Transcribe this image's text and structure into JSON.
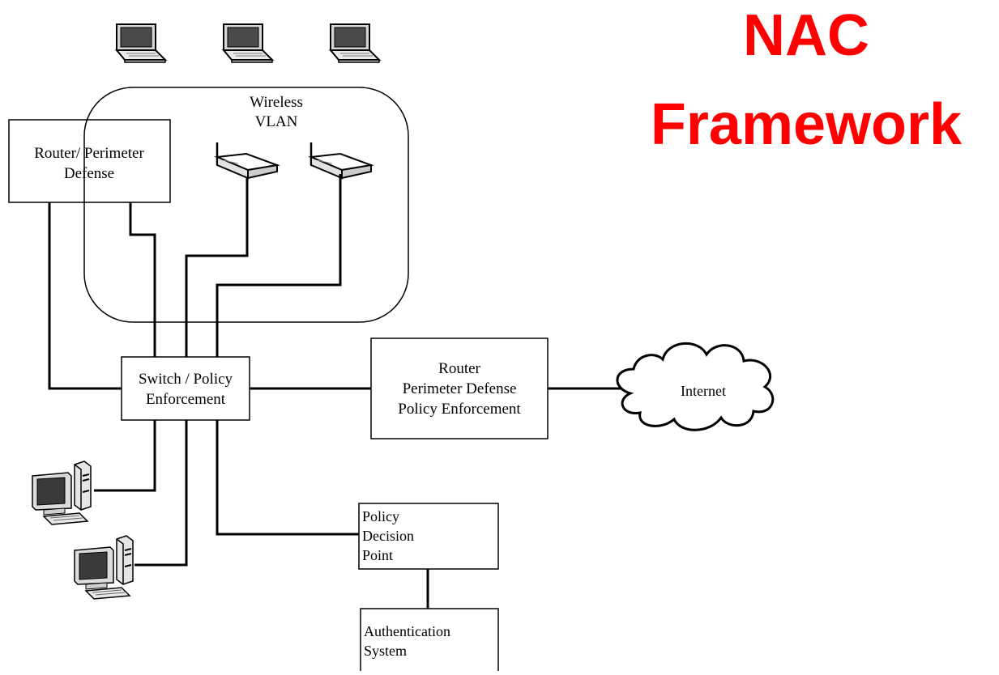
{
  "title": {
    "line1": "NAC",
    "line2": "Framework",
    "color": "#ff0000"
  },
  "nodes": {
    "wireless_vlan": {
      "line1": "Wireless",
      "line2": "VLAN"
    },
    "router_perimeter": {
      "line1": "Router/ Perimeter",
      "line2": "Defense"
    },
    "switch_policy": {
      "line1": "Switch / Policy",
      "line2": "Enforcement"
    },
    "router_main": {
      "line1": "Router",
      "line2": "Perimeter Defense",
      "line3": "Policy Enforcement"
    },
    "internet": {
      "label": "Internet"
    },
    "pdp": {
      "line1": "Policy",
      "line2": "Decision",
      "line3": "Point"
    },
    "auth": {
      "line1": "Authentication",
      "line2": "System"
    }
  },
  "icons": {
    "laptops": [
      "laptop-icon",
      "laptop-icon",
      "laptop-icon"
    ],
    "access_points": [
      "wireless-access-point-icon",
      "wireless-access-point-icon"
    ],
    "desktops": [
      "desktop-computer-icon",
      "desktop-computer-icon"
    ]
  }
}
